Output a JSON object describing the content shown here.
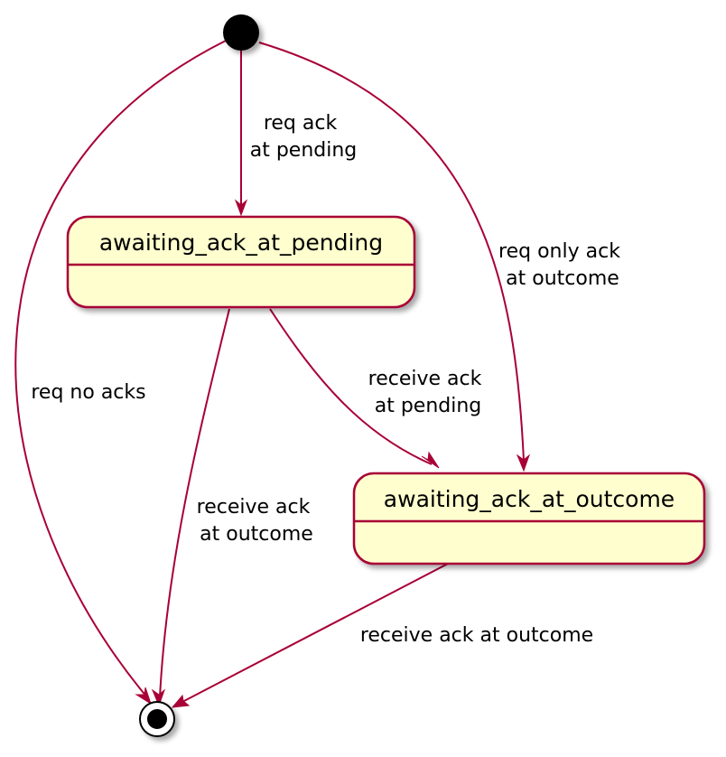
{
  "colors": {
    "edge": "#A80036",
    "state_fill": "#FEFECE",
    "state_border": "#A80036",
    "node": "#000000"
  },
  "states": {
    "pending": {
      "name": "awaiting_ack_at_pending"
    },
    "outcome": {
      "name": "awaiting_ack_at_outcome"
    }
  },
  "transitions": {
    "start_to_pending": [
      "req ack",
      "at pending"
    ],
    "start_to_outcome": [
      "req only ack",
      "at outcome"
    ],
    "start_to_end": [
      "req no acks"
    ],
    "pending_to_outcome": [
      "receive ack",
      "at pending"
    ],
    "pending_to_end": [
      "receive ack",
      "at outcome"
    ],
    "outcome_to_end": [
      "receive ack at outcome"
    ]
  }
}
